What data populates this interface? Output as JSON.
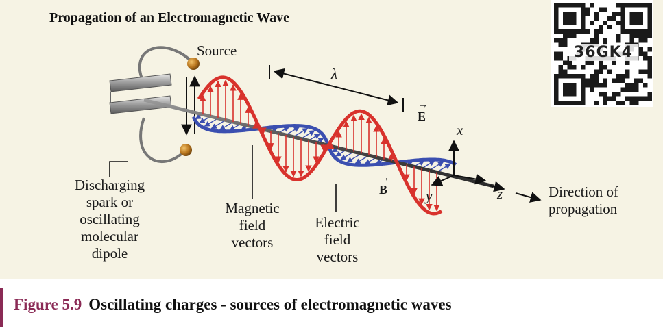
{
  "title": "Propagation of an Electromagnetic Wave",
  "labels": {
    "source": "Source",
    "lambda": "λ",
    "e_vec": "E",
    "b_vec": "B",
    "x_axis": "x",
    "y_axis": "y",
    "z_axis": "z",
    "dipole_lines": [
      "Discharging",
      "spark or",
      "oscillating",
      "molecular",
      "dipole"
    ],
    "magnetic_lines": [
      "Magnetic",
      "field",
      "vectors"
    ],
    "electric_lines": [
      "Electric",
      "field",
      "vectors"
    ],
    "direction_lines": [
      "Direction of",
      "propagation"
    ]
  },
  "qr": {
    "code": "36GK4"
  },
  "caption": {
    "number": "Figure 5.9",
    "text": "Oscillating charges - sources of electromagnetic waves"
  },
  "colors": {
    "panel": "#f6f3e4",
    "e_wave": "#d8322c",
    "b_wave": "#3b4fb0",
    "caption_accent": "#8a2a55"
  }
}
